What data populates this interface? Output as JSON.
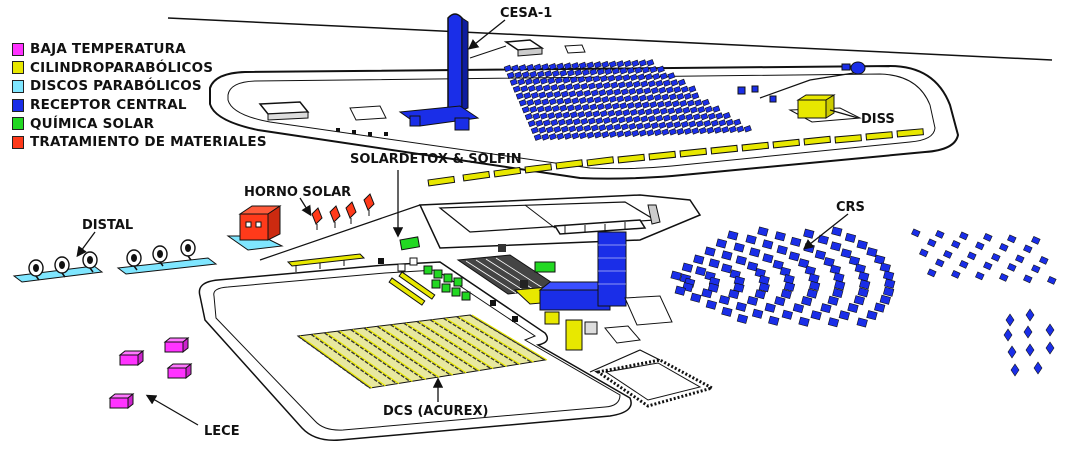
{
  "colors": {
    "baja_temperatura": "#ff33ff",
    "cilindroparabolicos": "#e8e800",
    "discos_parabolicos": "#7fe6ff",
    "receptor_central": "#1a2ee8",
    "quimica_solar": "#22d822",
    "tratamiento_materiales": "#ff3a1a",
    "outline": "#111111"
  },
  "legend": [
    {
      "label": "BAJA TEMPERATURA",
      "color_key": "baja_temperatura"
    },
    {
      "label": "CILINDROPARABÓLICOS",
      "color_key": "cilindroparabolicos"
    },
    {
      "label": "DISCOS PARABÓLICOS",
      "color_key": "discos_parabolicos"
    },
    {
      "label": "RECEPTOR CENTRAL",
      "color_key": "receptor_central"
    },
    {
      "label": "QUÍMICA SOLAR",
      "color_key": "quimica_solar"
    },
    {
      "label": "TRATAMIENTO DE MATERIALES",
      "color_key": "tratamiento_materiales"
    }
  ],
  "labels": {
    "cesa": "CESA-1",
    "diss": "DISS",
    "solardetox": "SOLARDETOX & SOLFIN",
    "horno": "HORNO SOLAR",
    "distal": "DISTAL",
    "crs": "CRS",
    "dcs": "DCS (ACUREX)",
    "lece": "LECE"
  }
}
